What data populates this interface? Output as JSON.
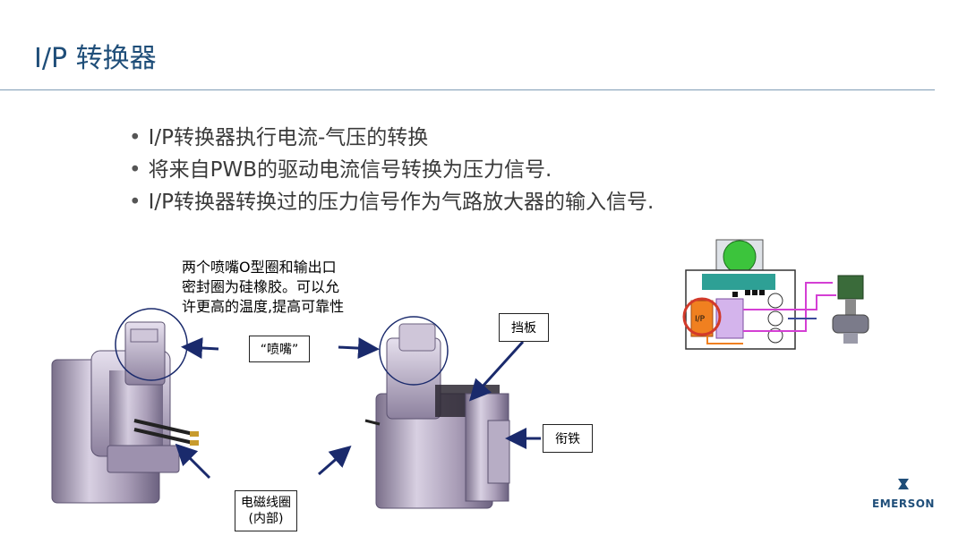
{
  "slide": {
    "title": "I/P 转换器",
    "bullets": [
      "I/P转换器执行电流-气压的转换",
      "将来自PWB的驱动电流信号转换为压力信号.",
      "I/P转换器转换过的压力信号作为气路放大器的输入信号."
    ]
  },
  "callouts": {
    "note_lines": [
      "两个喷嘴O型圈和输出口",
      "密封圈为硅橡胶。可以允",
      "许更高的温度,提高可靠性"
    ],
    "nozzle": "“喷嘴”",
    "flapper": "挡板",
    "armature": "衔铁",
    "coil_line1": "电磁线圈",
    "coil_line2": "(内部)"
  },
  "diagram": {
    "ip_label": "I/P"
  },
  "logo": {
    "text": "EMERSON"
  },
  "colors": {
    "title": "#1f4e79",
    "arrow": "#1a2a6c",
    "accent_red": "#d23a2a",
    "accent_magenta": "#d43fd4"
  }
}
